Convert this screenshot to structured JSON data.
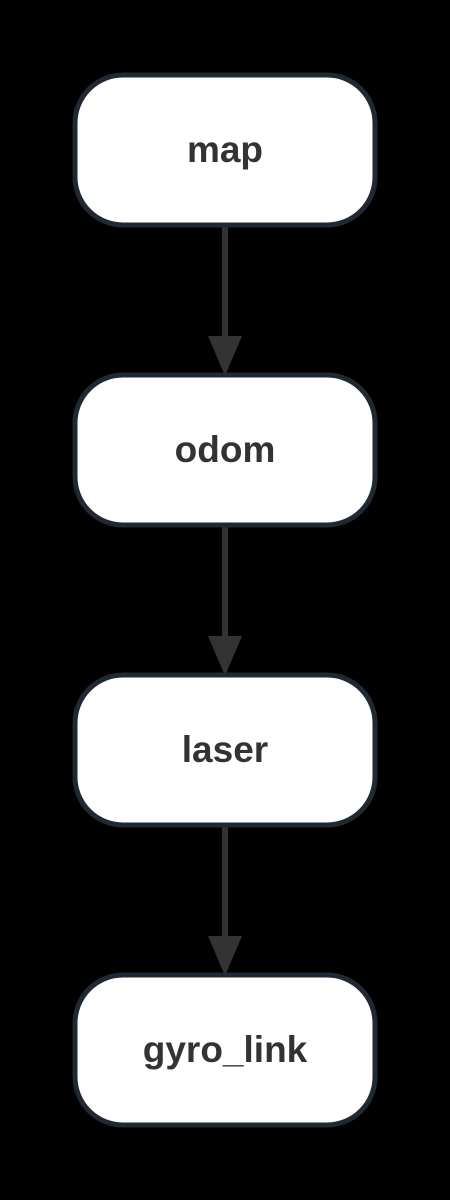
{
  "diagram": {
    "type": "flowchart",
    "direction": "top-to-bottom",
    "nodes": [
      {
        "id": "map",
        "label": "map"
      },
      {
        "id": "odom",
        "label": "odom"
      },
      {
        "id": "laser",
        "label": "laser"
      },
      {
        "id": "gyro_link",
        "label": "gyro_link"
      }
    ],
    "edges": [
      {
        "from": "map",
        "to": "odom"
      },
      {
        "from": "odom",
        "to": "laser"
      },
      {
        "from": "laser",
        "to": "gyro_link"
      }
    ]
  },
  "colors": {
    "background": "#000000",
    "node_fill": "#ffffff",
    "node_border": "#1f2833",
    "edge": "#333333",
    "label": "#333333"
  }
}
